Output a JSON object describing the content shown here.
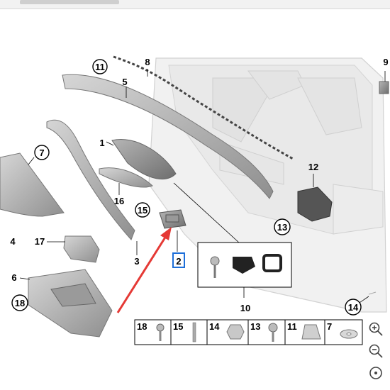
{
  "callouts": {
    "c1": "1",
    "c2": "2",
    "c3": "3",
    "c4": "4",
    "c5": "5",
    "c6": "6",
    "c7": "7",
    "c8": "8",
    "c9": "9",
    "c10": "10",
    "c11": "11",
    "c12": "12",
    "c13": "13",
    "c14": "14",
    "c15": "15",
    "c16": "16",
    "c17": "17",
    "c18": "18"
  },
  "legend": {
    "items": [
      "18",
      "15",
      "14",
      "13",
      "11",
      "7"
    ]
  },
  "highlight": {
    "part": "2",
    "arrow_color": "#e53935",
    "box_color": "#1e6fd9"
  },
  "zoom_controls": {
    "zoom_in_icon": "zoom-in-icon",
    "zoom_out_icon": "zoom-out-icon",
    "reset_icon": "target-icon"
  }
}
